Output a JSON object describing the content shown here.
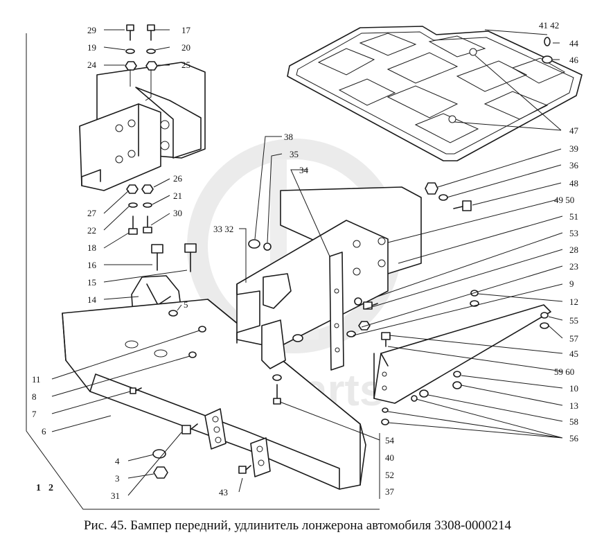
{
  "caption": "Рис. 45. Бампер передний, удлинитель лонжерона автомобиля 3308-0000214",
  "watermark": "data-parts",
  "sheet_marks": [
    "1",
    "2"
  ],
  "callouts": [
    "29",
    "17",
    "19",
    "20",
    "24",
    "25",
    "41 42",
    "44",
    "46",
    "47",
    "26",
    "27",
    "21",
    "22",
    "30",
    "18",
    "39",
    "36",
    "48",
    "49 50",
    "51",
    "53",
    "28",
    "23",
    "9",
    "12",
    "55",
    "57",
    "45",
    "59 60",
    "10",
    "13",
    "58",
    "56",
    "38",
    "35",
    "34",
    "33 32",
    "16",
    "15",
    "14",
    "5",
    "11",
    "8",
    "7",
    "6",
    "4",
    "3",
    "31",
    "43",
    "54",
    "40",
    "52",
    "37"
  ]
}
